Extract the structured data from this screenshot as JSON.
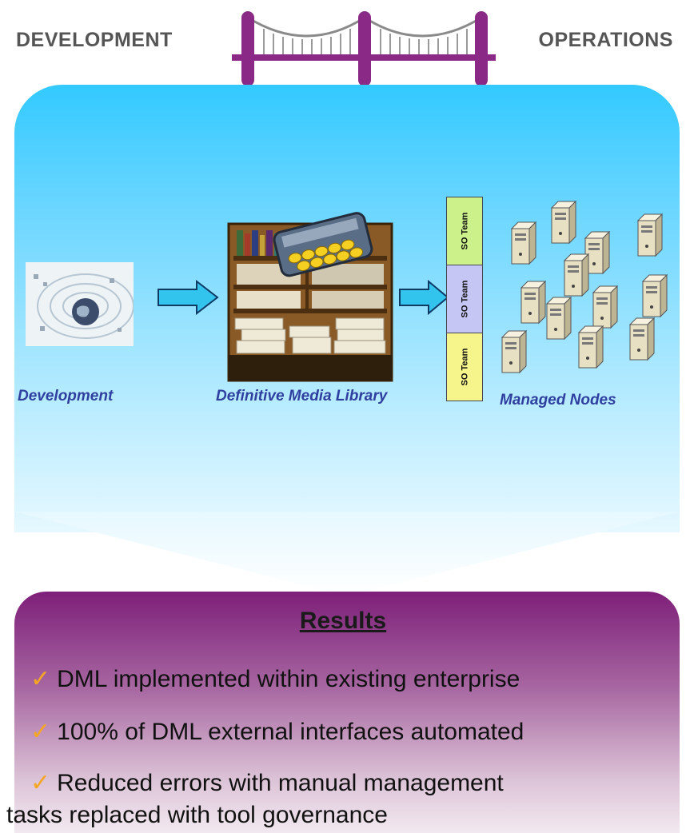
{
  "header": {
    "left_label": "DEVELOPMENT",
    "right_label": "OPERATIONS",
    "bridge_color": "#8a2a86"
  },
  "flow": {
    "development_caption": "Development",
    "dml_caption": "Definitive Media Library",
    "nodes_caption": "Managed Nodes",
    "so_teams": [
      {
        "label": "SO Team",
        "color": "#ccf08a"
      },
      {
        "label": "SO Team",
        "color": "#c6c6f5"
      },
      {
        "label": "SO Team",
        "color": "#f6f58c"
      }
    ],
    "arrow_color": "#33c4ee"
  },
  "results": {
    "title": "Results",
    "check_icon": "check-icon",
    "check_color": "#f5a623",
    "items": [
      {
        "text": "DML implemented within existing enterprise"
      },
      {
        "text": "100% of DML external interfaces automated"
      },
      {
        "text": "Reduced errors with manual management",
        "text2": "tasks replaced with tool governance"
      }
    ]
  }
}
